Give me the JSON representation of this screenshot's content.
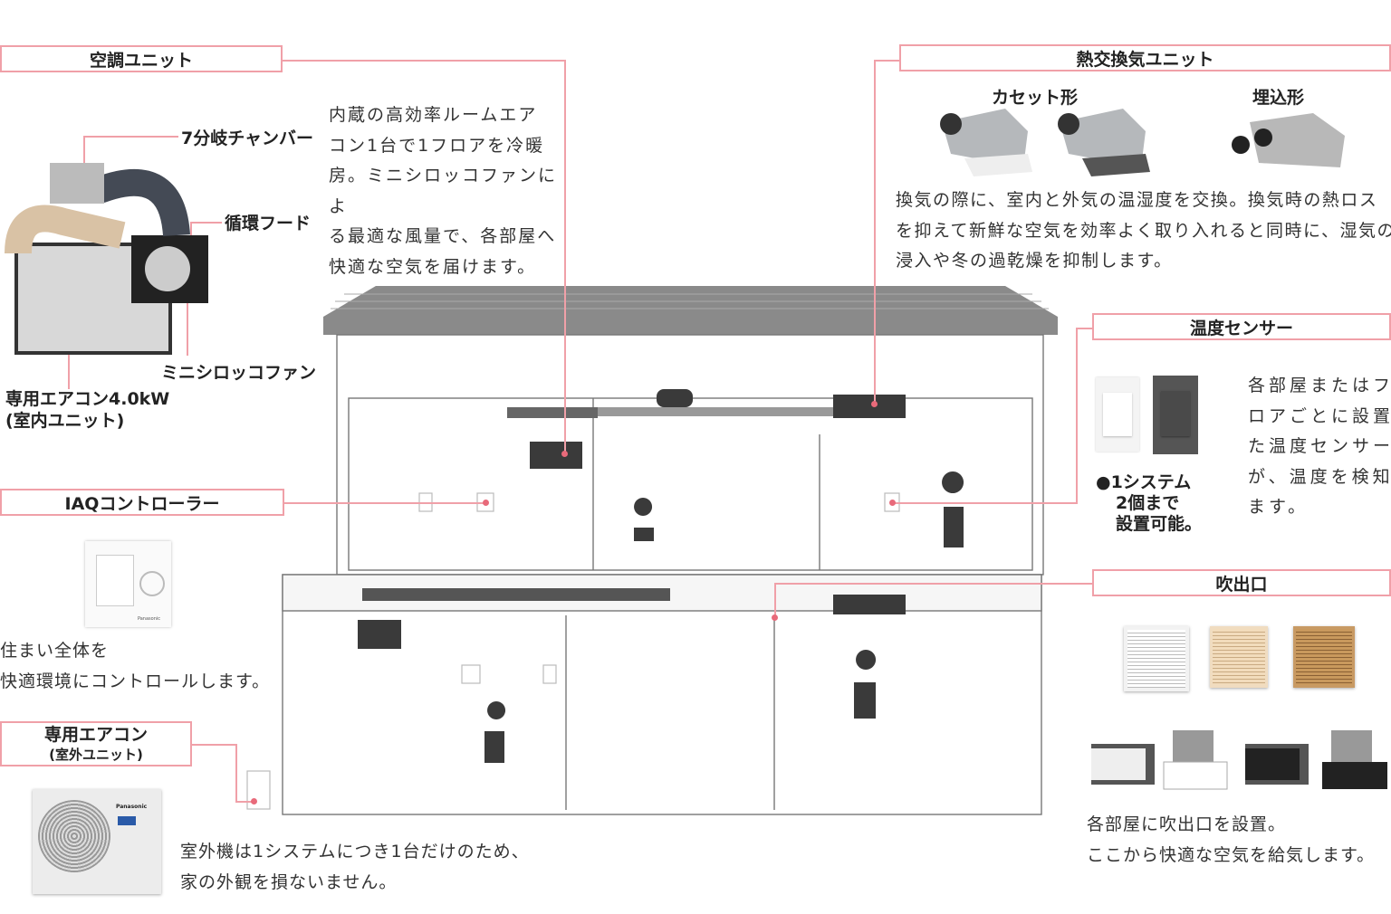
{
  "colors": {
    "accent": "#f0a0a8",
    "roof": "#8a8a8a"
  },
  "aircon_unit": {
    "title": "空調ユニット",
    "chamber": "7分岐チャンバー",
    "hood": "循環フード",
    "fan": "ミニシロッコファン",
    "indoor": "専用エアコン4.0kW",
    "indoor_sub": "(室内ユニット)",
    "desc": [
      "内蔵の高効率ルームエア",
      "コン1台で1フロアを冷暖",
      "房。ミニシロッコファンによ",
      "る最適な風量で、各部屋へ",
      "快適な空気を届けます。"
    ]
  },
  "erv": {
    "title": "熱交換気ユニット",
    "cassette": "カセット形",
    "embedded": "埋込形",
    "desc": [
      "換気の際に、室内と外気の温湿度を交換。換気時の熱ロス",
      "を抑えて新鮮な空気を効率よく取り入れると同時に、湿気の",
      "浸入や冬の過乾燥を抑制します。"
    ]
  },
  "sensor": {
    "title": "温度センサー",
    "note": [
      "●1システム",
      "2個まで",
      "設置可能。"
    ],
    "desc": [
      "各部屋またはフ",
      "ロアごとに設置し",
      "た温度センサー",
      "が、温度を検知し",
      "ます。"
    ]
  },
  "iaq": {
    "title": "IAQコントローラー",
    "desc": [
      "住まい全体を",
      "快適環境にコントロールします。"
    ],
    "brand": "Panasonic"
  },
  "outdoor": {
    "title": "専用エアコン",
    "sub": "(室外ユニット)",
    "brand": "Panasonic",
    "desc": [
      "室外機は1システムにつき1台だけのため、",
      "家の外観を損ないません。"
    ]
  },
  "outlet": {
    "title": "吹出口",
    "desc": [
      "各部屋に吹出口を設置。",
      "ここから快適な空気を給気します。"
    ]
  }
}
